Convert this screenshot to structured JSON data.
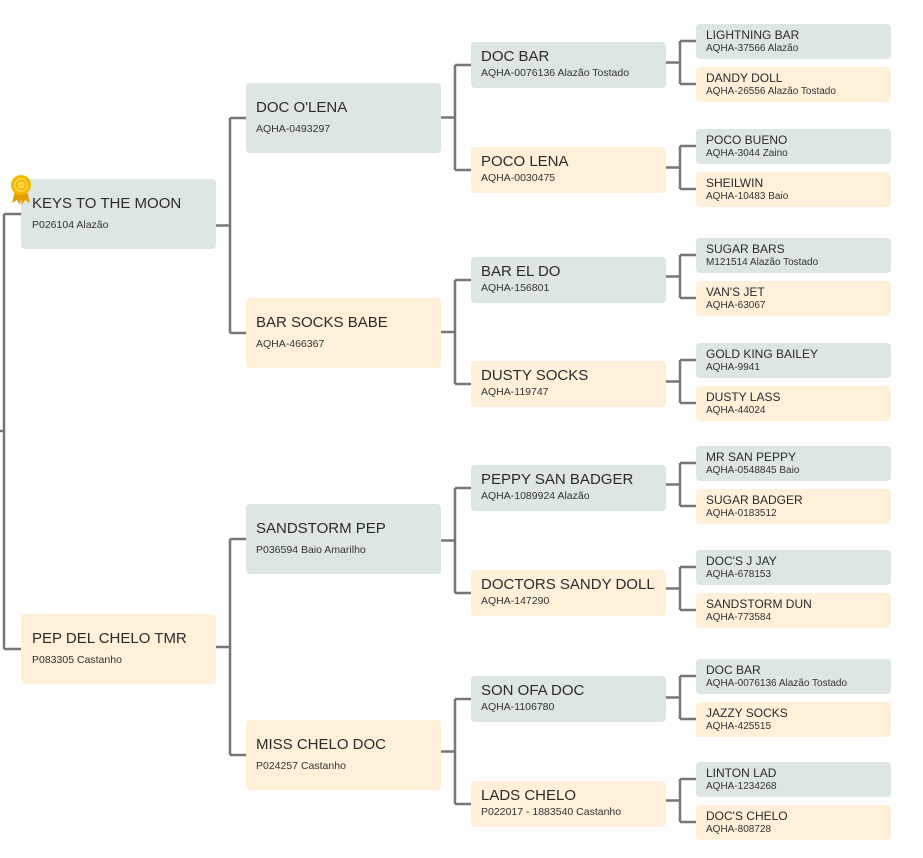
{
  "colors": {
    "sire": "#dde6e0",
    "dam": "#fff0d9",
    "line": "#777777",
    "award": "#f0b400"
  },
  "icons": {
    "award": "award-ribbon-icon"
  },
  "subject_award": true,
  "gen1": [
    {
      "name": "KEYS TO THE MOON",
      "info": "P026104 Alazão"
    },
    {
      "name": "PEP DEL CHELO TMR",
      "info": "P083305 Castanho"
    }
  ],
  "gen2": [
    {
      "name": "DOC O'LENA",
      "info": "AQHA-0493297"
    },
    {
      "name": "BAR SOCKS BABE",
      "info": "AQHA-466367"
    },
    {
      "name": "SANDSTORM PEP",
      "info": "P036594 Baio Amarilho"
    },
    {
      "name": "MISS CHELO DOC",
      "info": "P024257 Castanho"
    }
  ],
  "gen3": [
    {
      "name": "DOC BAR",
      "info": "AQHA-0076136 Alazão Tostado"
    },
    {
      "name": "POCO LENA",
      "info": "AQHA-0030475"
    },
    {
      "name": "BAR EL DO",
      "info": "AQHA-156801"
    },
    {
      "name": "DUSTY SOCKS",
      "info": "AQHA-119747"
    },
    {
      "name": "PEPPY SAN BADGER",
      "info": "AQHA-1089924 Alazão"
    },
    {
      "name": "DOCTORS SANDY DOLL",
      "info": "AQHA-147290"
    },
    {
      "name": "SON OFA DOC",
      "info": "AQHA-1106780"
    },
    {
      "name": "LADS CHELO",
      "info": "P022017 - 1883540 Castanho"
    }
  ],
  "gen4": [
    {
      "name": "LIGHTNING BAR",
      "info": "AQHA-37566 Alazão"
    },
    {
      "name": "DANDY DOLL",
      "info": "AQHA-26556 Alazão Tostado"
    },
    {
      "name": "POCO BUENO",
      "info": "AQHA-3044 Zaino"
    },
    {
      "name": "SHEILWIN",
      "info": "AQHA-10483 Baio"
    },
    {
      "name": "SUGAR BARS",
      "info": "M121514 Alazão Tostado"
    },
    {
      "name": "VAN'S JET",
      "info": "AQHA-63067"
    },
    {
      "name": "GOLD KING BAILEY",
      "info": "AQHA-9941"
    },
    {
      "name": "DUSTY LASS",
      "info": "AQHA-44024"
    },
    {
      "name": "MR SAN PEPPY",
      "info": "AQHA-0548845 Baio"
    },
    {
      "name": "SUGAR BADGER",
      "info": "AQHA-0183512"
    },
    {
      "name": "DOC'S J JAY",
      "info": "AQHA-678153"
    },
    {
      "name": "SANDSTORM DUN",
      "info": "AQHA-773584"
    },
    {
      "name": "DOC BAR",
      "info": "AQHA-0076136 Alazão Tostado"
    },
    {
      "name": "JAZZY SOCKS",
      "info": "AQHA-425515"
    },
    {
      "name": "LINTON LAD",
      "info": "AQHA-1234268"
    },
    {
      "name": "DOC'S CHELO",
      "info": "AQHA-808728"
    }
  ]
}
